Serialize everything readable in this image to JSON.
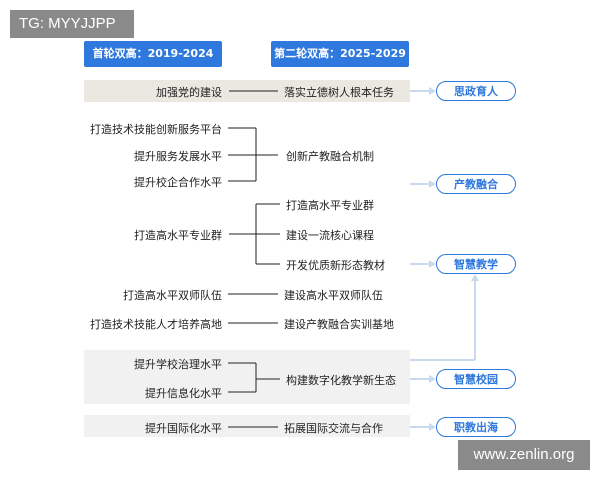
{
  "watermark_top": "TG: MYYJJPP",
  "watermark_bottom": "www.zenlin.org",
  "phases": {
    "first": "首轮双高：2019-2024",
    "second": "第二轮双高：2025-2029"
  },
  "rows": {
    "party_left": "加强党的建设",
    "party_right": "落实立德树人根本任务",
    "tech_platform": "打造技术技能创新服务平台",
    "service_level": "提升服务发展水平",
    "school_enterprise": "提升校企合作水平",
    "industry_mechanism": "创新产教融合机制",
    "major_group_left": "打造高水平专业群",
    "major_group_right": "打造高水平专业群",
    "core_courses": "建设一流核心课程",
    "new_materials": "开发优质新形态教材",
    "teacher_left": "打造高水平双师队伍",
    "teacher_right": "建设高水平双师队伍",
    "talent_base": "打造技术技能人才培养高地",
    "training_base": "建设产教融合实训基地",
    "governance": "提升学校治理水平",
    "informatization": "提升信息化水平",
    "digital_ecology": "构建数字化教学新生态",
    "international_left": "提升国际化水平",
    "international_right": "拓展国际交流与合作"
  },
  "outcomes": {
    "ideology": "思政育人",
    "integration": "产教融合",
    "smart_teaching": "智慧教学",
    "smart_campus": "智慧校园",
    "vocational_global": "职教出海"
  },
  "colors": {
    "accent": "#2f78dd",
    "connector": "#c9d9ee",
    "line": "#222222",
    "band": "#f1f1f1"
  }
}
